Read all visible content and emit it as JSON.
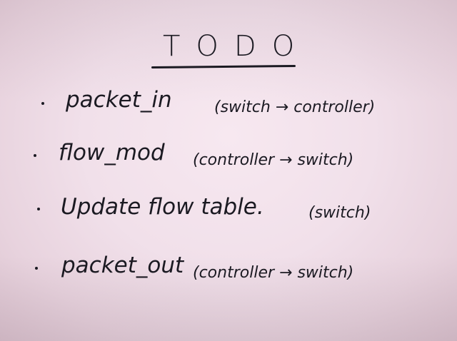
{
  "title": "TODO",
  "items": [
    {
      "text": "packet_in",
      "note": "(switch → controller)"
    },
    {
      "text": "flow_mod",
      "note": "(controller → switch)"
    },
    {
      "text": "Update flow table.",
      "note": "(switch)"
    },
    {
      "text": "packet_out",
      "note": "(controller → switch)"
    }
  ]
}
